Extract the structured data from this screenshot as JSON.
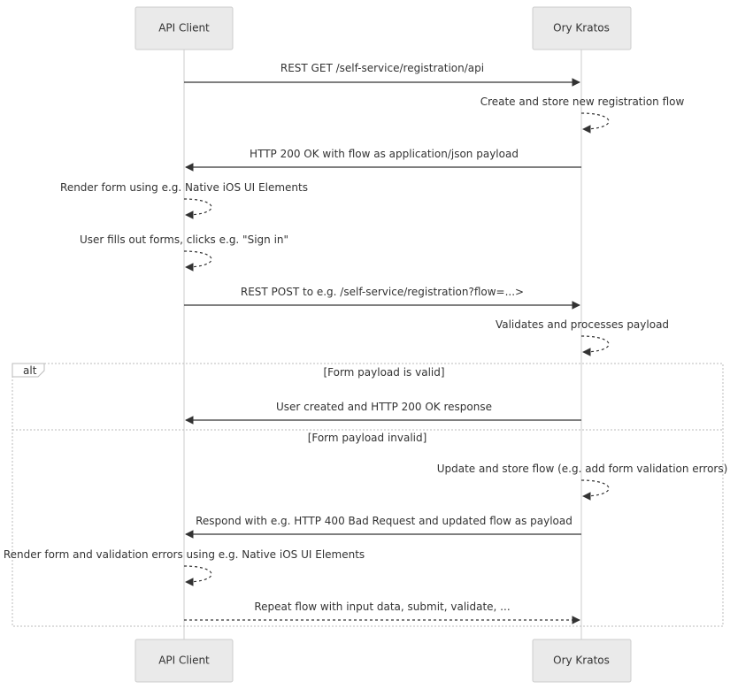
{
  "actors": {
    "client": "API Client",
    "server": "Ory Kratos"
  },
  "messages": {
    "m1": "REST GET /self-service/registration/api",
    "m2": "Create and store new registration flow",
    "m3": "HTTP 200 OK with flow as application/json payload",
    "m4": "Render form using e.g. Native iOS UI Elements",
    "m5": "User fills out forms, clicks e.g. \"Sign in\"",
    "m6": "REST POST to e.g. /self-service/registration?flow=...>",
    "m7": "Validates and processes payload",
    "m8": "User created and HTTP 200 OK response",
    "m9": "Update and store flow (e.g. add form validation errors)",
    "m10": "Respond with e.g. HTTP 400 Bad Request and updated flow as payload",
    "m11": "Render form and validation errors using e.g. Native iOS UI Elements",
    "m12": "Repeat flow with input data, submit, validate, ..."
  },
  "alt": {
    "label": "alt",
    "cond1": "[Form payload is valid]",
    "cond2": "[Form payload invalid]"
  },
  "colors": {
    "actor_fill": "#eaeaea",
    "actor_stroke": "#cccccc",
    "line": "#333333"
  }
}
